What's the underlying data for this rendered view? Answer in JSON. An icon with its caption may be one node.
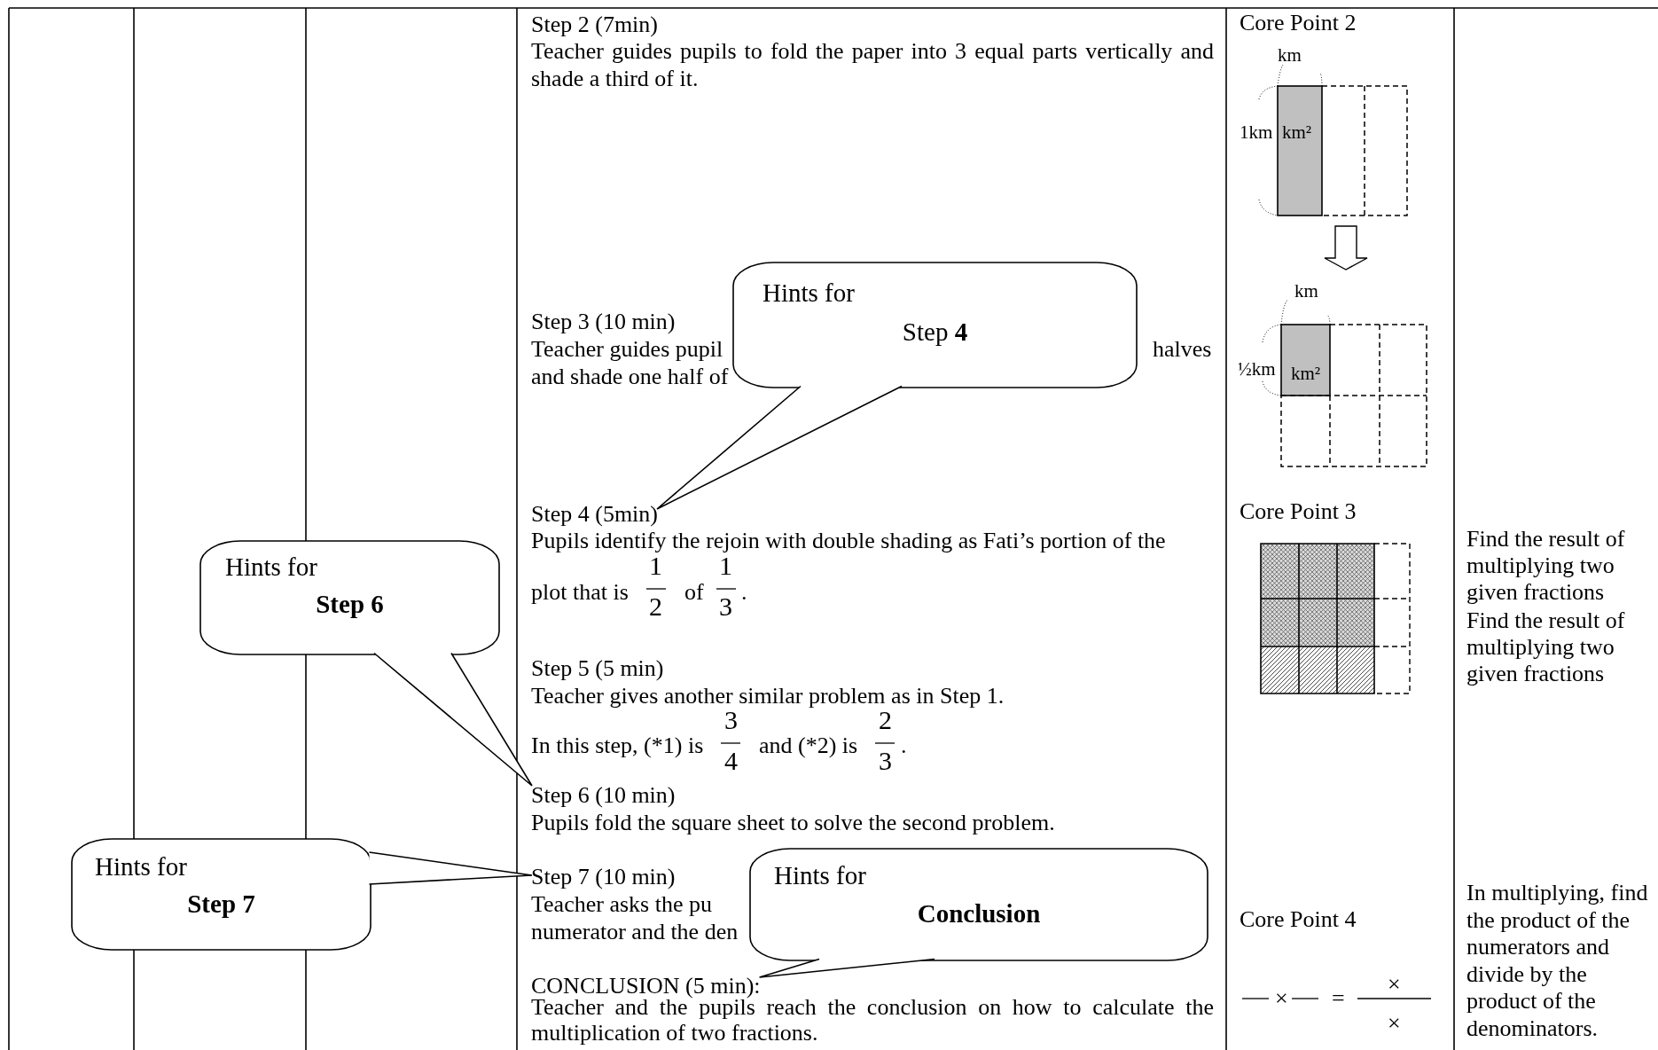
{
  "diagram": {
    "nodes": [
      {
        "text": [
          "Hints for",
          "Step **4**"
        ]
      },
      {
        "text": [
          "Step 4 (5min)"
        ]
      },
      {
        "text": [
          "Hints for",
          "Step 6"
        ]
      },
      {
        "text": [
          "Step 6 (10 min)"
        ]
      },
      {
        "text": [
          "Hints for",
          "Step 7"
        ]
      },
      {
        "text": [
          "Step 7 (10 min)"
        ]
      },
      {
        "text": [
          "Hints for",
          "Conclusion"
        ]
      },
      {
        "text": [
          "CONCLUSION (5 min):"
        ]
      }
    ],
    "edges": [
      {
        "from": 0,
        "to": 1,
        "arrow": "none"
      },
      {
        "from": 2,
        "to": 3,
        "arrow": "none"
      },
      {
        "from": 4,
        "to": 5,
        "arrow": "none"
      },
      {
        "from": 6,
        "to": 7,
        "arrow": "none"
      }
    ],
    "labels": [
      "Step 2 (7min)",
      "Teacher guides pupils to fold the paper into 3 equal parts vertically and shade a third of it.",
      "Core Point 2",
      "km",
      "1km",
      "km²",
      "Step 3 (10 min)",
      "Teacher guides pupil",
      "halves",
      "and shade one half of",
      "km",
      "½km",
      "km²",
      "Pupils identify the rejoin with double shading as Fati’s portion of the",
      "plot that is",
      "1",
      "2",
      "of",
      "1",
      "3",
      ".",
      "Core Point 3",
      "Find the result of multiplying two given fractions",
      "Find the result of multiplying two given fractions",
      "Step 5 (5 min)",
      "Teacher gives another similar problem as in Step 1.",
      "In this step, (*1) is",
      "3",
      "4",
      "and (*2) is",
      "2",
      "3",
      ".",
      "Pupils fold the square sheet to solve the second problem.",
      "Teacher asks the pu",
      "numerator and the den",
      "In multiplying, find the product of the numerators and divide by the product of the denominators.",
      "Core Point 4",
      "×",
      "=",
      "×",
      "×",
      "Teacher and the pupils reach the conclusion on how to calculate the multiplication of two fractions."
    ]
  }
}
